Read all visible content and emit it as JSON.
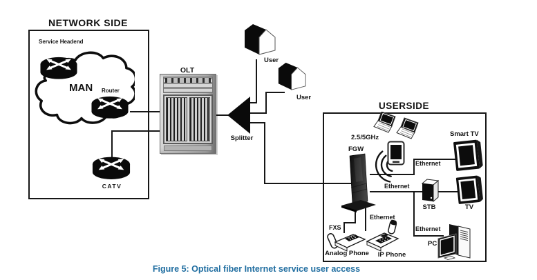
{
  "caption": {
    "text": "Figure 5: Optical fiber Internet service user access"
  },
  "colors": {
    "caption": "#1f6da0",
    "ink": "#161616"
  },
  "network_side": {
    "title": "NETWORK SIDE",
    "service_headend": "Service Headend",
    "man": "MAN",
    "router": "Router",
    "catv": "CATV"
  },
  "access": {
    "olt": "OLT",
    "splitter": "Splitter",
    "user1": "User",
    "user2": "User"
  },
  "userside": {
    "title": "USERSIDE",
    "wifi_band": "2.5/5GHz",
    "fgw": "FGW",
    "smart_tv": "Smart TV",
    "stb": "STB",
    "tv": "TV",
    "pc": "PC",
    "fxs": "FXS",
    "analog_phone": "Analog Phone",
    "ip_phone": "IP Phone",
    "ethernet": [
      "Ethernet",
      "Ethernet",
      "Ethernet",
      "Ethernet"
    ]
  },
  "connections": [
    {
      "from": "Router",
      "to": "OLT"
    },
    {
      "from": "CATV",
      "to": "OLT"
    },
    {
      "from": "OLT",
      "to": "Splitter"
    },
    {
      "from": "Splitter",
      "to": "User"
    },
    {
      "from": "Splitter",
      "to": "User"
    },
    {
      "from": "Splitter",
      "to": "FGW"
    },
    {
      "from": "FGW",
      "to": "Smart TV",
      "label": "Ethernet"
    },
    {
      "from": "FGW",
      "to": "STB",
      "label": "Ethernet"
    },
    {
      "from": "STB",
      "to": "TV"
    },
    {
      "from": "FGW",
      "to": "PC",
      "label": "Ethernet"
    },
    {
      "from": "FGW",
      "to": "Analog Phone",
      "label": "FXS"
    },
    {
      "from": "FGW",
      "to": "IP Phone",
      "label": "Ethernet"
    }
  ]
}
